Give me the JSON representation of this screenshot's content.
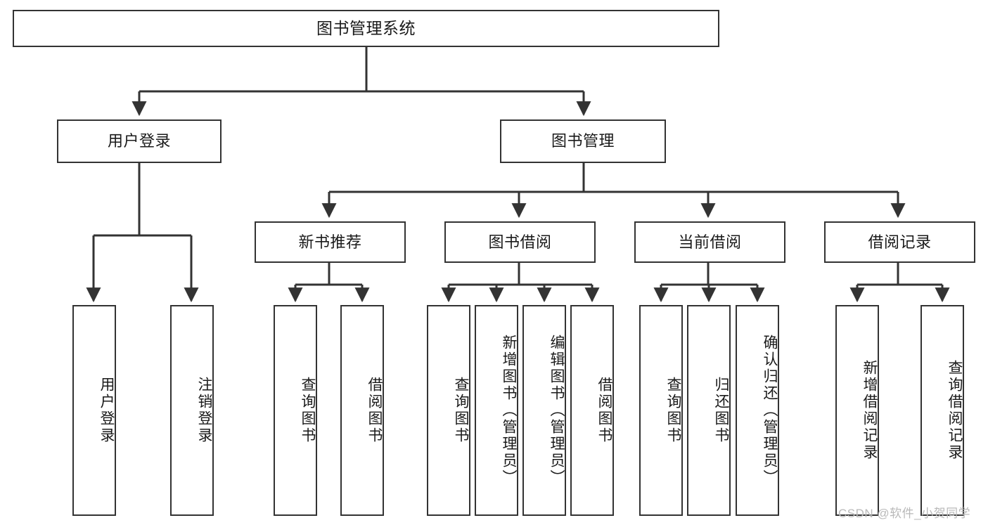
{
  "diagram": {
    "type": "tree-hierarchy-chart",
    "title": "图书管理系统",
    "line_color": "#333333",
    "box_fill": "#ffffff",
    "text_color": "#1a1a1a",
    "watermark": "CSDN @软件_小贺同学"
  },
  "root": {
    "label": "图书管理系统"
  },
  "level2": [
    {
      "label": "用户登录"
    },
    {
      "label": "图书管理"
    }
  ],
  "level3": [
    {
      "label": "新书推荐"
    },
    {
      "label": "图书借阅"
    },
    {
      "label": "当前借阅"
    },
    {
      "label": "借阅记录"
    }
  ],
  "leaves": {
    "user_login": [
      {
        "label": "用户登录"
      },
      {
        "label": "注销登录"
      }
    ],
    "new_book_recommend": [
      {
        "label": "查询图书"
      },
      {
        "label": "借阅图书"
      }
    ],
    "book_borrow": [
      {
        "label": "查询图书"
      },
      {
        "label": "新增图书（管理员）"
      },
      {
        "label": "编辑图书（管理员）"
      },
      {
        "label": "借阅图书"
      }
    ],
    "current_borrow": [
      {
        "label": "查询图书"
      },
      {
        "label": "归还图书"
      },
      {
        "label": "确认归还（管理员）"
      }
    ],
    "borrow_records": [
      {
        "label": "新增借阅记录"
      },
      {
        "label": "查询借阅记录"
      }
    ]
  }
}
